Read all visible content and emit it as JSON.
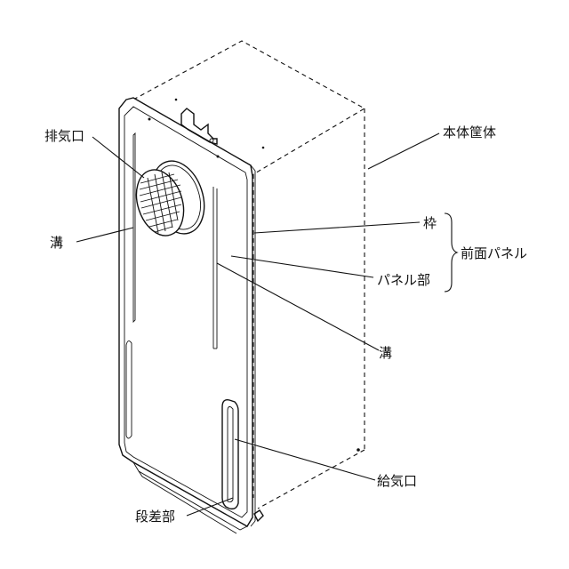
{
  "labels": {
    "exhaust_port": "排気口",
    "groove_left": "溝",
    "body_housing": "本体筐体",
    "frame": "枠",
    "front_panel": "前面パネル",
    "panel_section": "パネル部",
    "groove_center": "溝",
    "intake_port": "給気口",
    "step_section": "段差部"
  }
}
